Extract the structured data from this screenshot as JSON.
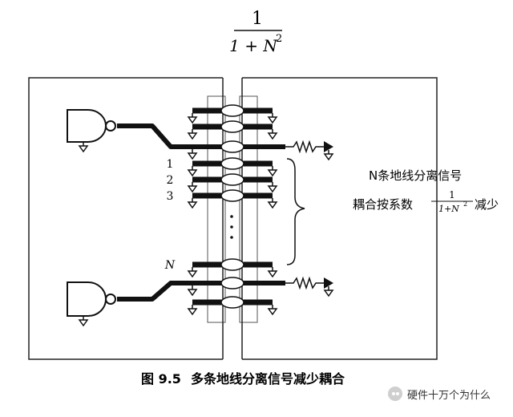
{
  "formula": {
    "numerator": "1",
    "denominator_base": "1 + N",
    "denominator_exp": "2"
  },
  "row_labels": [
    "1",
    "2",
    "3",
    "N"
  ],
  "annotation": {
    "line1": "N条地线分离信号",
    "line2_prefix": "耦合按系数",
    "frac_num": "1",
    "frac_den_base": "1+N",
    "frac_den_exp": "2",
    "line2_suffix": "减少"
  },
  "caption": {
    "number": "图 9.5",
    "text": "多条地线分离信号减少耦合"
  },
  "watermark": {
    "text": "硬件十万个为什么"
  }
}
